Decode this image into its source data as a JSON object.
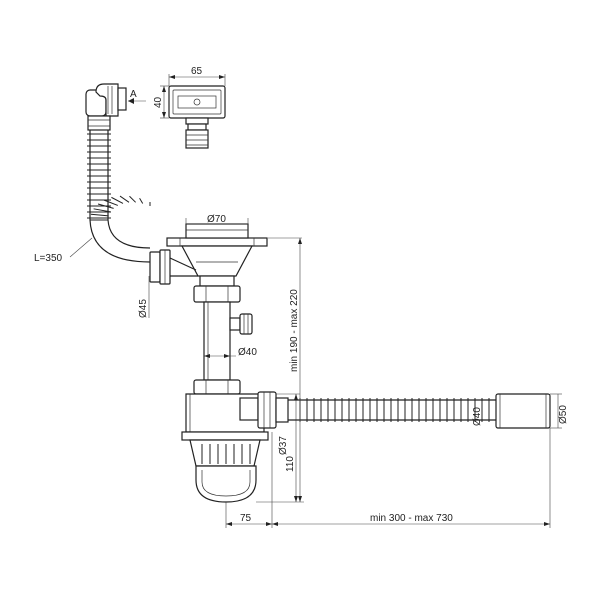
{
  "labels": {
    "width_65": "65",
    "height_40": "40",
    "view_a": "A",
    "hose_length": "L=350",
    "diam_70": "Ø70",
    "diam_45": "Ø45",
    "diam_40_inner": "Ø40",
    "height_range": "min 190 - max 220",
    "diam_37": "Ø37",
    "height_110": "110",
    "diam_40_hose": "Ø40",
    "diam_50": "Ø50",
    "width_75": "75",
    "length_range": "min 300 - max 730"
  }
}
